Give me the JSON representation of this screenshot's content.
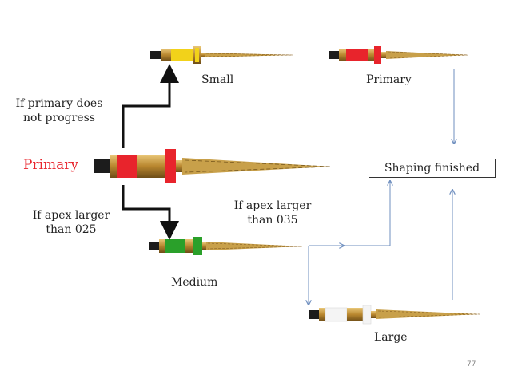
{
  "labels": {
    "small": "Small",
    "primary_top": "Primary",
    "primary_main": "Primary",
    "if_primary_line1": "If primary does",
    "if_primary_line2": "not progress",
    "apex025_line1": "If apex larger",
    "apex025_line2": "than 025",
    "apex035_line1": "If apex larger",
    "apex035_line2": "than 035",
    "medium": "Medium",
    "large": "Large",
    "shaping_finished": "Shaping finished",
    "slide_number": "77"
  },
  "files": {
    "small": {
      "color_name": "yellow",
      "band_color": "#f2d21a"
    },
    "primary_top": {
      "color_name": "red",
      "band_color": "#e8242c"
    },
    "primary_main": {
      "color_name": "red",
      "band_color": "#e8242c"
    },
    "medium": {
      "color_name": "green",
      "band_color": "#2aa02a"
    },
    "large": {
      "color_name": "white",
      "band_color": "#f4f4f4"
    }
  },
  "colors": {
    "flow_arrow": "#111111",
    "blue_arrow": "#6f8fbf",
    "gold": "#c8a04a",
    "gold_dark": "#7a5a1e",
    "shaft_dark": "#1c1c1c",
    "highlight": "#e8242c"
  }
}
